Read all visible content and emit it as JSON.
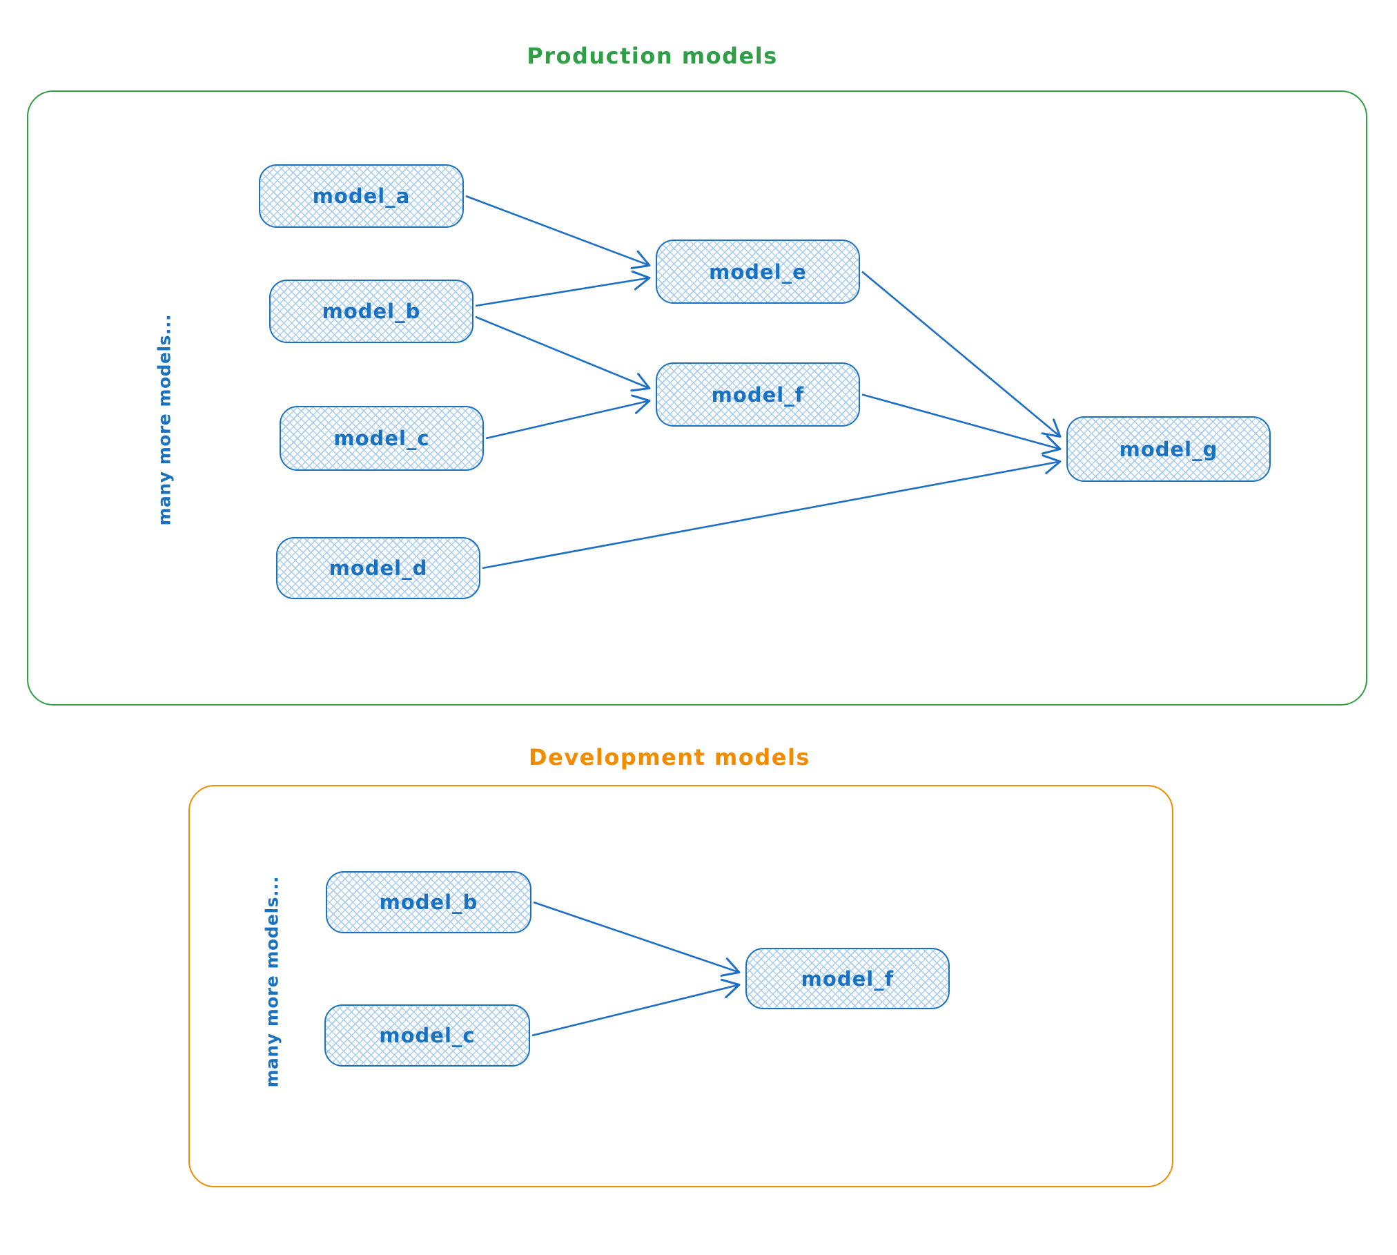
{
  "diagram": {
    "type": "flowchart",
    "style": {
      "node_stroke": "#1971c2",
      "node_hatch": "#a9cdef",
      "arrow": "#1c6fc4",
      "label_blue": "#1971c2"
    },
    "sections": [
      {
        "title": "Production models",
        "accent": "#2f9e44",
        "side_label": "many more models...",
        "nodes": [
          {
            "id": "prod_a",
            "label": "model_a"
          },
          {
            "id": "prod_b",
            "label": "model_b"
          },
          {
            "id": "prod_c",
            "label": "model_c"
          },
          {
            "id": "prod_d",
            "label": "model_d"
          },
          {
            "id": "prod_e",
            "label": "model_e"
          },
          {
            "id": "prod_f",
            "label": "model_f"
          },
          {
            "id": "prod_g",
            "label": "model_g"
          }
        ],
        "edges": [
          {
            "from": "prod_a",
            "to": "prod_e"
          },
          {
            "from": "prod_b",
            "to": "prod_e"
          },
          {
            "from": "prod_b",
            "to": "prod_f"
          },
          {
            "from": "prod_c",
            "to": "prod_f"
          },
          {
            "from": "prod_e",
            "to": "prod_g"
          },
          {
            "from": "prod_f",
            "to": "prod_g"
          },
          {
            "from": "prod_d",
            "to": "prod_g"
          }
        ]
      },
      {
        "title": "Development models",
        "accent": "#f08c00",
        "side_label": "many more models...",
        "nodes": [
          {
            "id": "dev_b",
            "label": "model_b"
          },
          {
            "id": "dev_c",
            "label": "model_c"
          },
          {
            "id": "dev_f",
            "label": "model_f"
          }
        ],
        "edges": [
          {
            "from": "dev_b",
            "to": "dev_f"
          },
          {
            "from": "dev_c",
            "to": "dev_f"
          }
        ]
      }
    ]
  }
}
